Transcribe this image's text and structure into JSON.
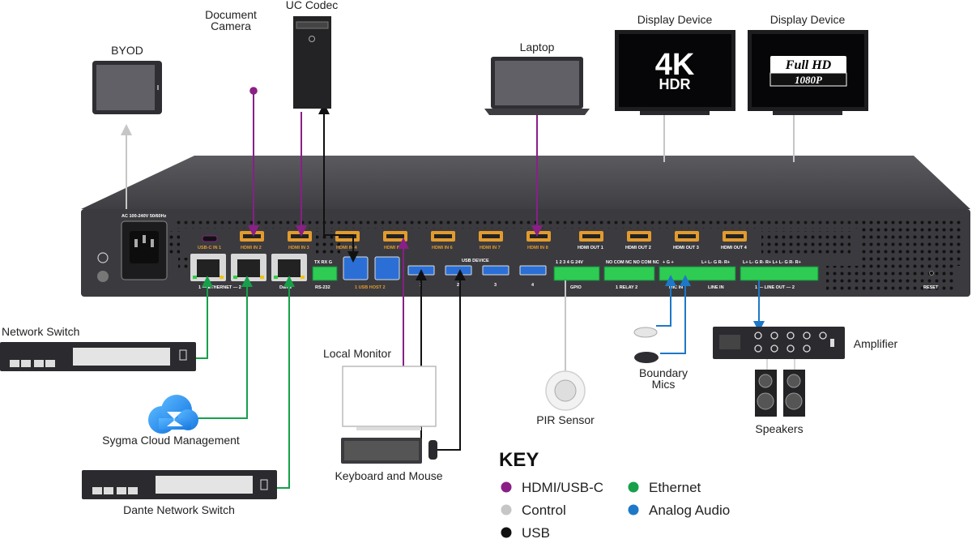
{
  "labels": {
    "byod": "BYOD",
    "document_camera_line1": "Document",
    "document_camera_line2": "Camera",
    "uc_codec": "UC Codec",
    "laptop": "Laptop",
    "display1": "Display Device",
    "display2": "Display Device",
    "network_switch": "Network Switch",
    "cloud": "Sygma Cloud Management",
    "dante_switch": "Dante Network Switch",
    "local_monitor": "Local Monitor",
    "keyboard_mouse": "Keyboard and Mouse",
    "pir_sensor": "PIR Sensor",
    "boundary_mics_line1": "Boundary",
    "boundary_mics_line2": "Mics",
    "amplifier": "Amplifier",
    "speakers": "Speakers"
  },
  "displays": {
    "d1_big": "4K",
    "d1_sub": "HDR",
    "d2_big": "Full HD",
    "d2_sub": "1080P"
  },
  "device": {
    "power": "AC 100-240V 50/60Hz",
    "ports": {
      "usbc_in1": "USB-C IN 1",
      "hdmi_in2": "HDMI IN 2",
      "hdmi_in3": "HDMI IN 3",
      "hdmi_in4": "HDMI IN 4",
      "hdmi_in5": "HDMI IN 5",
      "hdmi_in6": "HDMI IN 6",
      "hdmi_in7": "HDMI IN 7",
      "hdmi_in8": "HDMI IN 8",
      "hdmi_out1": "HDMI OUT 1",
      "hdmi_out2": "HDMI OUT 2",
      "hdmi_out3": "HDMI OUT 3",
      "hdmi_out4": "HDMI OUT 4"
    },
    "sections": {
      "ethernet": "1 — ETHERNET — 2",
      "dante": "Dante",
      "rs232": "RS-232",
      "rs232_pins": "TX  RX  G",
      "usb_host": "1  USB HOST  2",
      "usb_device": "USB DEVICE",
      "usb_dev_1": "1",
      "usb_dev_2": "2",
      "usb_dev_3": "3",
      "usb_dev_4": "4",
      "gpio": "GPIO",
      "gpio_pins": "1  2  3  4  G  24V",
      "relay": "1  RELAY  2",
      "relay_pins": "NO COM NC   NO COM NC",
      "mic_in": "MIC IN",
      "mic_pins": "+   G   +",
      "line_in": "LINE IN",
      "line_in_pins": "L+ L- G R- R+",
      "line_out": "1 — LINE OUT — 2",
      "line_out_pins": "L+ L- G R- R+   L+ L- G R- R+",
      "reset": "RESET"
    }
  },
  "key": {
    "title": "KEY",
    "items": [
      {
        "label": "HDMI/USB-C",
        "color": "#8a1f87"
      },
      {
        "label": "Control",
        "color": "#c6c6c6"
      },
      {
        "label": "USB",
        "color": "#111111"
      },
      {
        "label": "Ethernet",
        "color": "#16a04a"
      },
      {
        "label": "Analog Audio",
        "color": "#1e78c8"
      }
    ]
  },
  "colors": {
    "hdmi": "#8a1f87",
    "control": "#c6c6c6",
    "usb": "#111111",
    "ethernet": "#16a04a",
    "audio": "#1e78c8",
    "device_body": "#3b3b3f",
    "hdmi_port": "#e39b2e"
  }
}
